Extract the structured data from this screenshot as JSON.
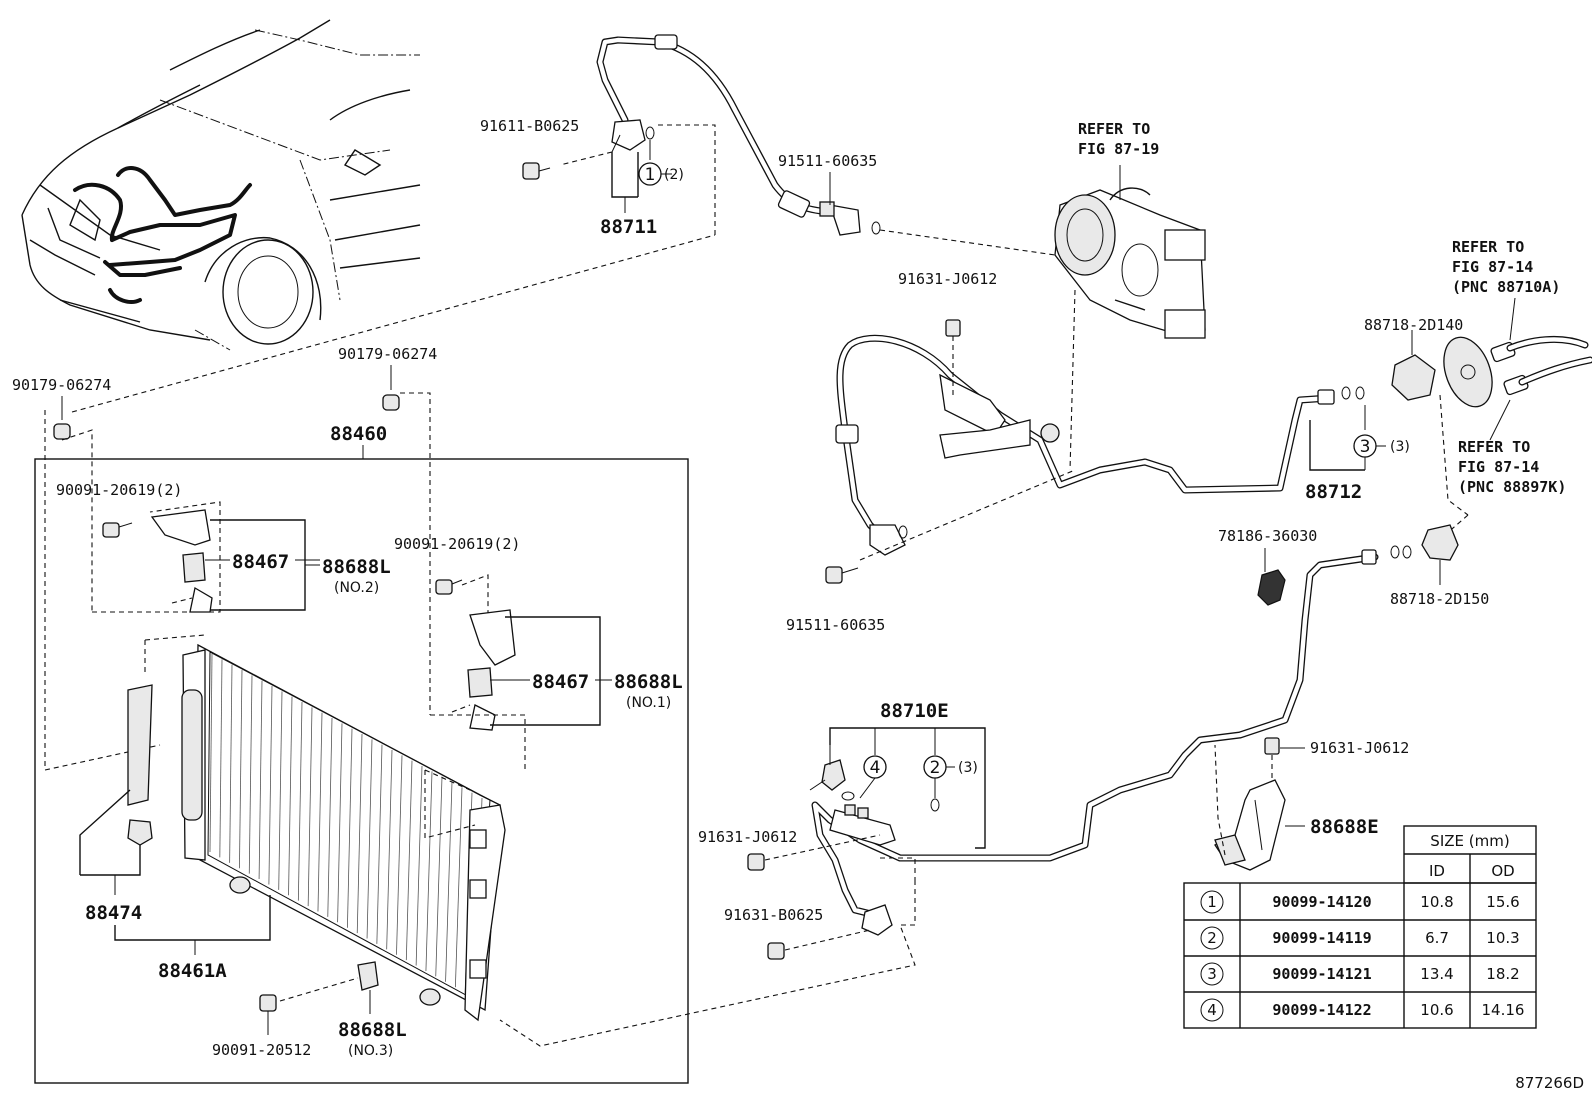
{
  "labels": {
    "p91611_B0625": "91611-B0625",
    "p88711": "88711",
    "p91511_60635_top": "91511-60635",
    "refer_87_19_line1": "REFER TO",
    "refer_87_19_line2": "FIG 87-19",
    "p91631_J0612_top": "91631-J0612",
    "refer_87_14a_line1": "REFER TO",
    "refer_87_14a_line2": "FIG 87-14",
    "refer_87_14a_line3": "(PNC 88710A)",
    "p88718_2D140": "88718-2D140",
    "refer_87_14b_line1": "REFER TO",
    "refer_87_14b_line2": "FIG 87-14",
    "refer_87_14b_line3": "(PNC 88897K)",
    "p88712": "88712",
    "p78186_36030": "78186-36030",
    "p88718_2D150": "88718-2D150",
    "p91511_60635_bottom": "91511-60635",
    "p90179_06274_left": "90179-06274",
    "p90179_06274_right": "90179-06274",
    "p88460": "88460",
    "p90091_20619_2_left": "90091-20619(2)",
    "p88467_left": "88467",
    "p88688L_no2": "88688L",
    "no2": "(NO.2)",
    "p90091_20619_2_right": "90091-20619(2)",
    "p88467_right": "88467",
    "p88688L_no1": "88688L",
    "no1": "(NO.1)",
    "p88474": "88474",
    "p88461A": "88461A",
    "p90091_20512": "90091-20512",
    "p88688L_no3": "88688L",
    "no3": "(NO.3)",
    "p88710E": "88710E",
    "p91631_J0612_mid": "91631-J0612",
    "p91631_B0625": "91631-B0625",
    "p91631_J0612_right": "91631-J0612",
    "p88688E": "88688E",
    "qty_2": "(2)",
    "qty_3a": "(3)",
    "qty_3b": "(3)",
    "callout_1": "1",
    "callout_2": "2",
    "callout_3": "3",
    "callout_4": "4",
    "figure_id": "877266D"
  },
  "size_table": {
    "header": "SIZE (mm)",
    "col_id": "ID",
    "col_od": "OD",
    "rows": [
      {
        "n": "1",
        "part": "90099-14120",
        "id": "10.8",
        "od": "15.6"
      },
      {
        "n": "2",
        "part": "90099-14119",
        "id": "6.7",
        "od": "10.3"
      },
      {
        "n": "3",
        "part": "90099-14121",
        "id": "13.4",
        "od": "18.2"
      },
      {
        "n": "4",
        "part": "90099-14122",
        "id": "10.6",
        "od": "14.16"
      }
    ]
  }
}
